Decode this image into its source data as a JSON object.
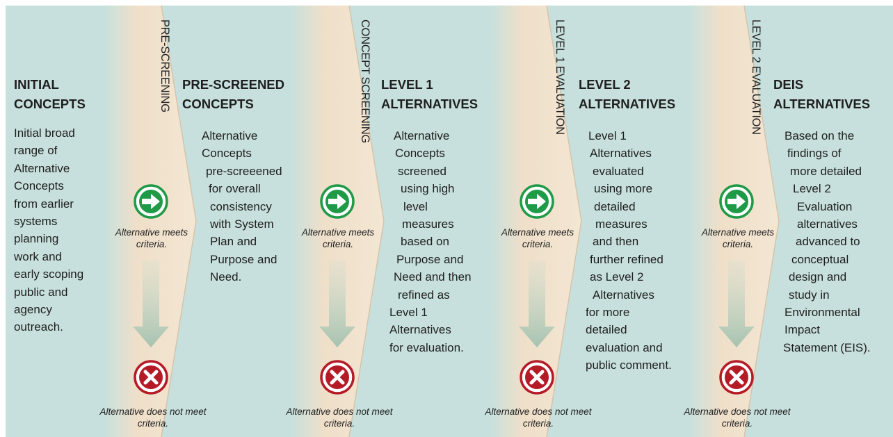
{
  "diagram": {
    "colors": {
      "background": "#c7e0dd",
      "band": "#ecdcc6",
      "chevron_edge": "#c2d8d4",
      "pass_icon": "#1f9a47",
      "fail_icon": "#b51b26",
      "arrow": "#a9c4b4"
    },
    "screens": [
      {
        "label": "PRE-SCREENING",
        "pass": "Alternative meets criteria.",
        "fail": "Alternative does not meet criteria."
      },
      {
        "label": "CONCEPT SCREENING",
        "pass": "Alternative meets criteria.",
        "fail": "Alternative does not meet criteria."
      },
      {
        "label": "LEVEL 1 EVALUATION",
        "pass": "Alternative meets criteria.",
        "fail": "Alternative does not meet criteria."
      },
      {
        "label": "LEVEL 2 EVALUATION",
        "pass": "Alternative meets criteria.",
        "fail": "Alternative does not meet criteria."
      }
    ],
    "stages": [
      {
        "title_lines": [
          "INITIAL",
          "CONCEPTS"
        ],
        "desc_lines": [
          "Initial broad",
          "range of",
          "Alternative",
          "Concepts",
          "from earlier",
          "systems",
          "planning",
          "work and",
          "early scoping",
          "public and",
          "agency",
          "outreach."
        ]
      },
      {
        "title_lines": [
          "PRE-SCREENED",
          "CONCEPTS"
        ],
        "desc_lines": [
          "Alternative",
          "Concepts",
          "pre-screeened",
          "for overall",
          "consistency",
          "with System",
          "Plan and",
          "Purpose and",
          "Need."
        ]
      },
      {
        "title_lines": [
          "LEVEL 1",
          "ALTERNATIVES"
        ],
        "desc_lines": [
          "Alternative",
          "Concepts",
          "screened",
          "using high",
          "level",
          "measures",
          "based on",
          "Purpose and",
          "Need and then",
          "refined as",
          "Level 1",
          "Alternatives",
          "for evaluation."
        ]
      },
      {
        "title_lines": [
          "LEVEL 2",
          "ALTERNATIVES"
        ],
        "desc_lines": [
          "Level 1",
          "Alternatives",
          "evaluated",
          "using more",
          "detailed",
          "measures",
          "and then",
          "further refined",
          "as Level 2",
          "Alternatives",
          "for more",
          "detailed",
          "evaluation and",
          "public comment."
        ]
      },
      {
        "title_lines": [
          "DEIS",
          "ALTERNATIVES"
        ],
        "desc_lines": [
          "Based on the",
          "findings of",
          "more detailed",
          "Level 2",
          "Evaluation",
          "alternatives",
          "advanced to",
          "conceptual",
          "design and",
          "study in",
          "Environmental",
          "Impact",
          "Statement (EIS)."
        ]
      }
    ]
  }
}
